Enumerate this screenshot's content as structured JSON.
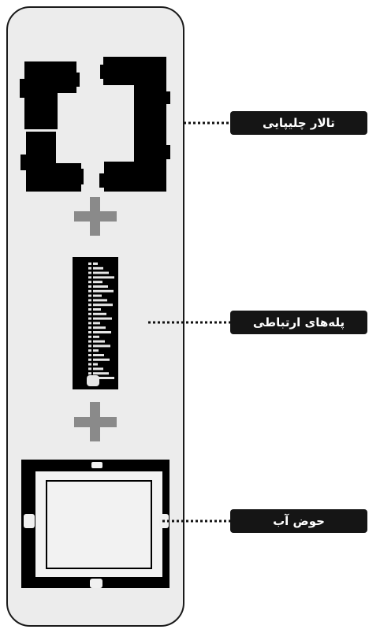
{
  "labels": {
    "hall": "تالار چلیپایی",
    "stairs": "پله‌های ارتباطی",
    "pool": "حوض آب"
  },
  "colors": {
    "panel_bg": "#ececec",
    "panel_border": "#1a1a1a",
    "shape_fill": "#000000",
    "plus_sign": "#8a8a8a",
    "label_bg": "#151515",
    "label_text": "#ffffff"
  }
}
